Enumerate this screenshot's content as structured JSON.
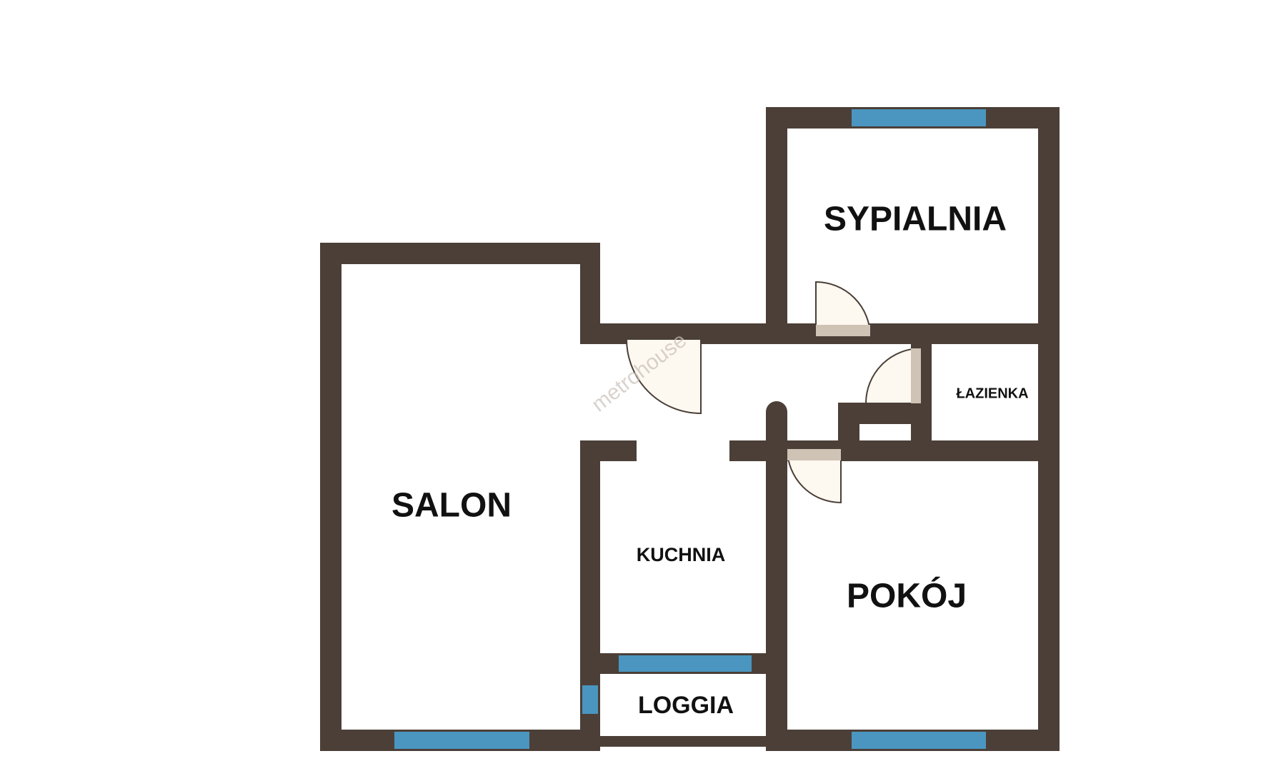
{
  "plan": {
    "rooms": {
      "sypialnia": "SYPIALNIA",
      "salon": "SALON",
      "kuchnia": "KUCHNIA",
      "pokoj": "POKÓJ",
      "lazienka": "ŁAZIENKA",
      "loggia": "LOGGIA"
    },
    "watermark": "metrohouse",
    "colors": {
      "wall": "#4b3f37",
      "window": "#4a96c0",
      "door": "#fdf8f0"
    }
  }
}
